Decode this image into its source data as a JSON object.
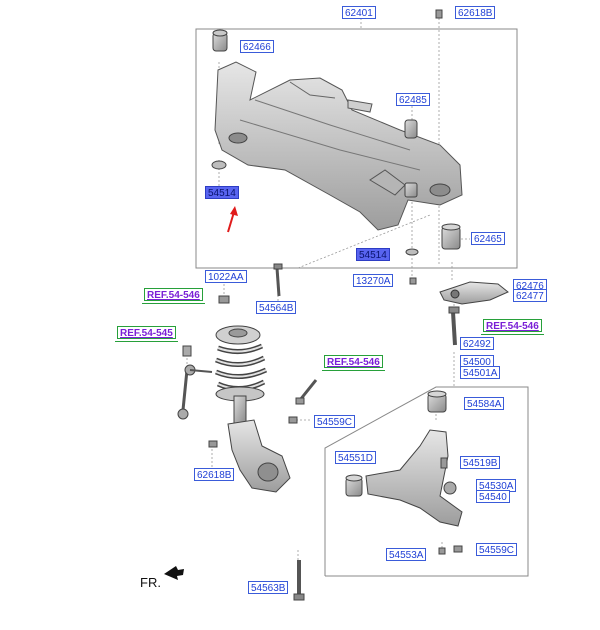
{
  "diagram": {
    "callouts": {
      "p62401": "62401",
      "p62618B_top": "62618B",
      "p62466": "62466",
      "p62485": "62485",
      "p54514_left": "54514",
      "p54514_right": "54514",
      "p62465": "62465",
      "p1022AA": "1022AA",
      "p13270A": "13270A",
      "p62476": "62476",
      "p62477": "62477",
      "p54564B": "54564B",
      "ref1": "REF.54-546",
      "ref2": "REF.54-545",
      "ref3": "REF.54-546",
      "ref4": "REF.54-546",
      "p62492": "62492",
      "p54500": "54500",
      "p54501A": "54501A",
      "p54584A": "54584A",
      "p54559C_mid": "54559C",
      "p54551D": "54551D",
      "p54519B": "54519B",
      "p54530A": "54530A",
      "p54540": "54540",
      "p62618B_bot": "62618B",
      "p54553A": "54553A",
      "p54559C_bot": "54559C",
      "p54563B": "54563B"
    },
    "front_label": "FR.",
    "colors": {
      "callout_border": "#3a5bd9",
      "callout_text": "#1f3fd6",
      "highlight": "#5864f0",
      "ref_text": "#7a1fd6",
      "ref_underline": "#27a03a",
      "arrow": "#e01b1b"
    }
  }
}
